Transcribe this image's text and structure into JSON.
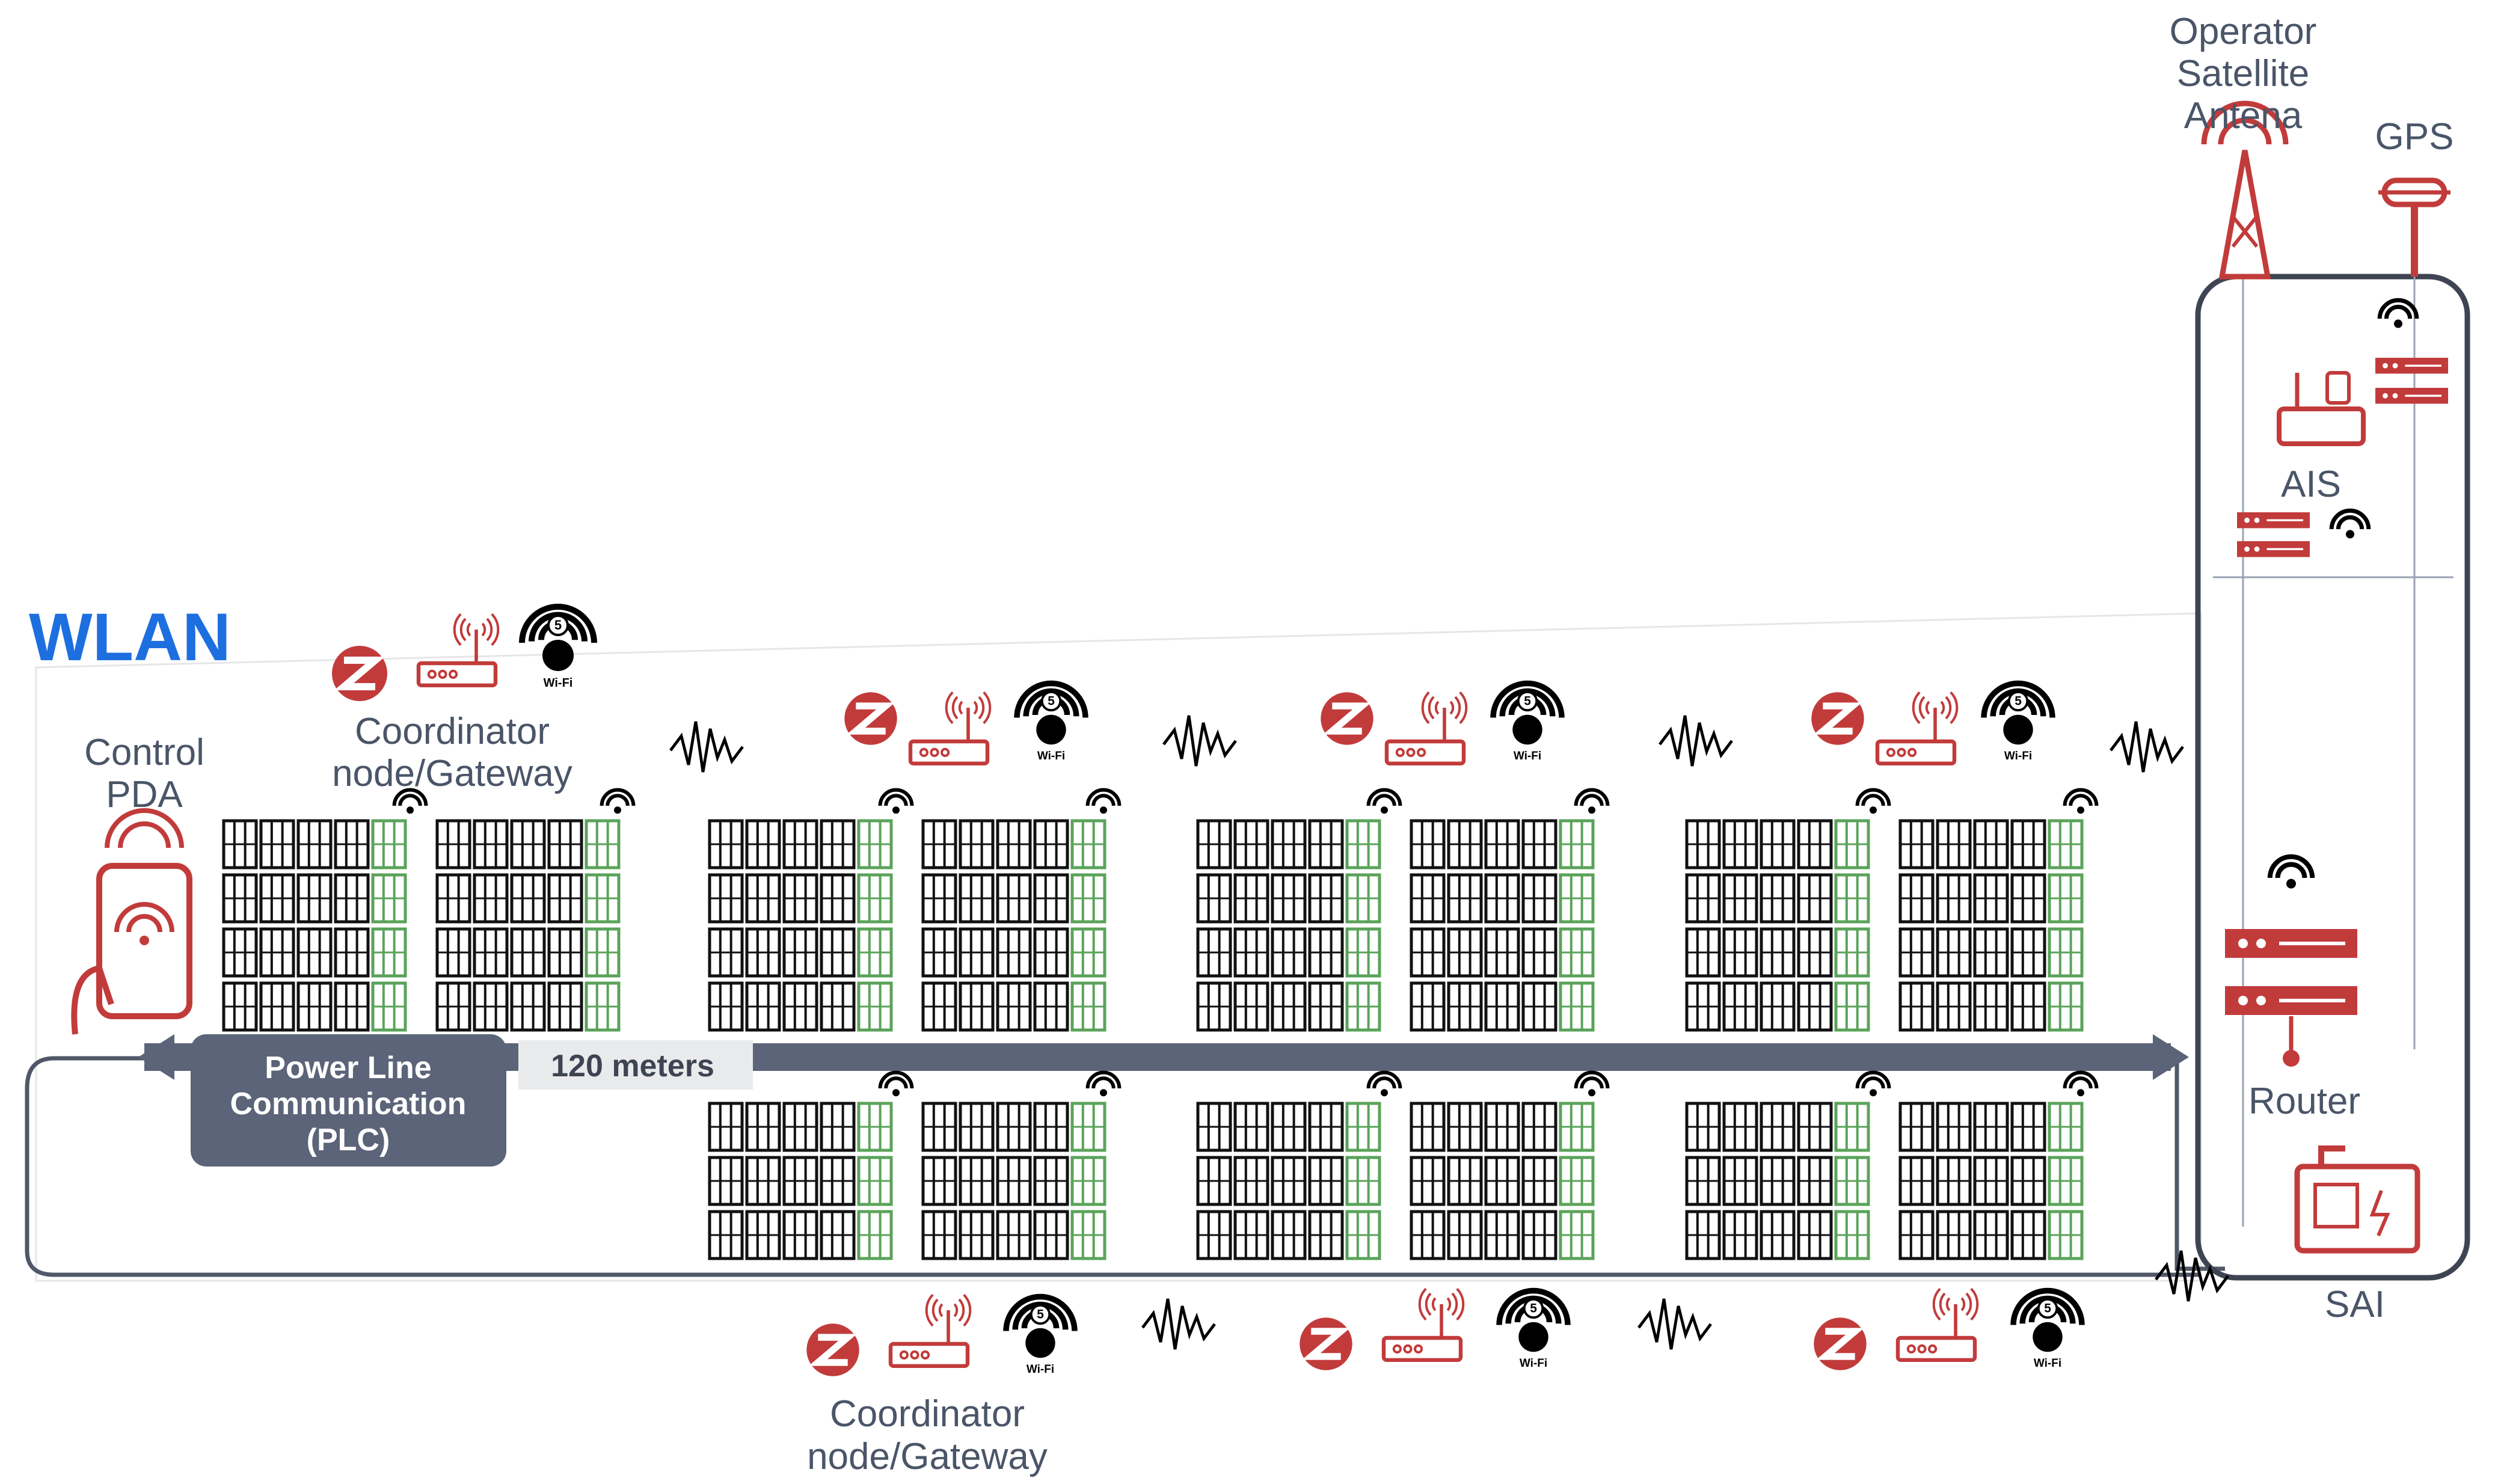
{
  "diagram": {
    "wlan_label": "WLAN",
    "control_pda": [
      "Control",
      "PDA"
    ],
    "coordinator_label": [
      "Coordinator",
      "node/Gateway"
    ],
    "plc_label": [
      "Power Line",
      "Communication",
      "(PLC)"
    ],
    "distance_label": "120 meters",
    "antenna_label": [
      "Operator",
      "Satellite",
      "Antena"
    ],
    "gps_label": "GPS",
    "ais_label": "AIS",
    "router_label": "Router",
    "sai_label": "SAI",
    "wifi_text": "Wi-Fi",
    "wifi_gen": "5",
    "zigbee_letter": "Z"
  },
  "colors": {
    "accent_red": "#c23b3b",
    "wlan_blue": "#1d6fe0",
    "line_gray": "#5b6478",
    "label_gray": "#4a5568",
    "panel_black": "#111111",
    "panel_green": "#5aa35a"
  },
  "icons": [
    "zigbee-icon",
    "router-icon",
    "wifi-5-icon",
    "signal-noise-icon",
    "smartphone-icon",
    "tower-icon",
    "gps-icon",
    "server-icon",
    "generator-icon"
  ]
}
